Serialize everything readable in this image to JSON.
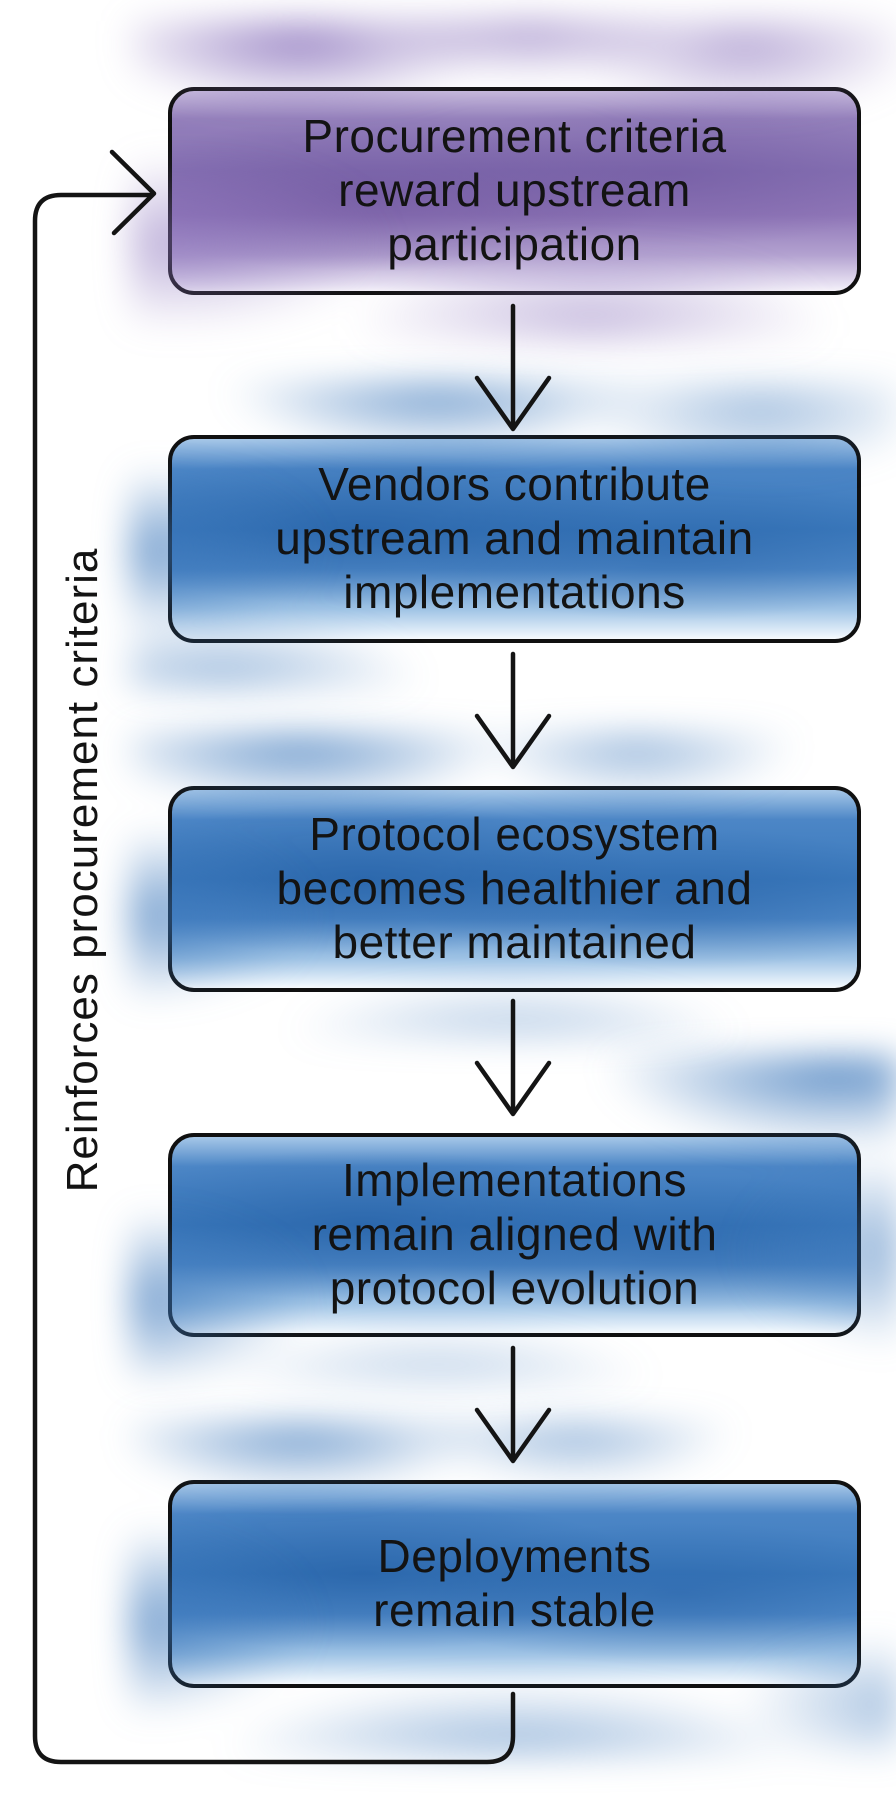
{
  "diagram": {
    "type": "flowchart",
    "direction": "top-down",
    "background_color": "#ffffff",
    "stroke_color": "#141414",
    "arrow_style": "open-v",
    "feedback_label": "Reinforces procurement criteria",
    "nodes": [
      {
        "id": "procurement-criteria",
        "label": "Procurement criteria\nreward upstream\nparticipation",
        "fill_theme": "purple",
        "fill_color": "#8671b3"
      },
      {
        "id": "vendors-contribute",
        "label": "Vendors contribute\nupstream and maintain\nimplementations",
        "fill_theme": "blue",
        "fill_color": "#3c7abd"
      },
      {
        "id": "ecosystem-healthier",
        "label": "Protocol ecosystem\nbecomes healthier and\nbetter maintained",
        "fill_theme": "blue",
        "fill_color": "#3c7abd"
      },
      {
        "id": "implementations-aligned",
        "label": "Implementations\nremain aligned with\nprotocol evolution",
        "fill_theme": "blue",
        "fill_color": "#3c7abd"
      },
      {
        "id": "deployments-stable",
        "label": "Deployments\nremain stable",
        "fill_theme": "blue",
        "fill_color": "#3c7abd"
      }
    ],
    "edges": [
      {
        "from": "procurement-criteria",
        "to": "vendors-contribute"
      },
      {
        "from": "vendors-contribute",
        "to": "ecosystem-healthier"
      },
      {
        "from": "ecosystem-healthier",
        "to": "implementations-aligned"
      },
      {
        "from": "implementations-aligned",
        "to": "deployments-stable"
      },
      {
        "from": "deployments-stable",
        "to": "procurement-criteria",
        "label": "Reinforces procurement criteria"
      }
    ]
  }
}
